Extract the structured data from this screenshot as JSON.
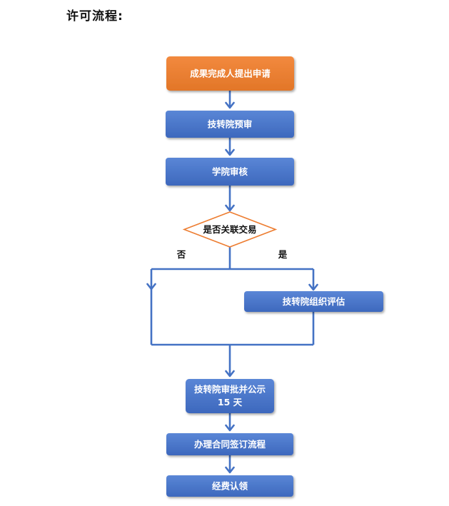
{
  "heading": "许可流程:",
  "nodes": {
    "start": "成果完成人提出申请",
    "pre_review": "技转院预审",
    "college_review": "学院审核",
    "decision": "是否关联交易",
    "evaluation": "技转院组织评估",
    "approval_line1": "技转院审批并公示",
    "approval_line2": "15 天",
    "contract": "办理合同签订流程",
    "funds": "经费认领"
  },
  "branches": {
    "no": "否",
    "yes": "是"
  },
  "colors": {
    "start_fill": "#ed7d31",
    "process_fill": "#4472c4",
    "decision_border": "#ed7d31",
    "connector": "#4472c4"
  }
}
